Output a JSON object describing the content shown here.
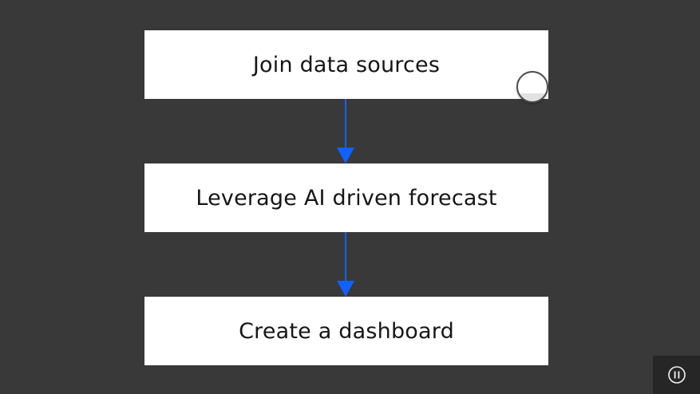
{
  "flow": {
    "steps": [
      {
        "label": "Join data sources"
      },
      {
        "label": "Leverage AI driven forecast"
      },
      {
        "label": "Create a dashboard"
      }
    ],
    "arrow_color": "#0f62fe",
    "box_color": "#ffffff",
    "background_color": "#393939"
  },
  "controls": {
    "pause_icon": "pause-icon"
  }
}
